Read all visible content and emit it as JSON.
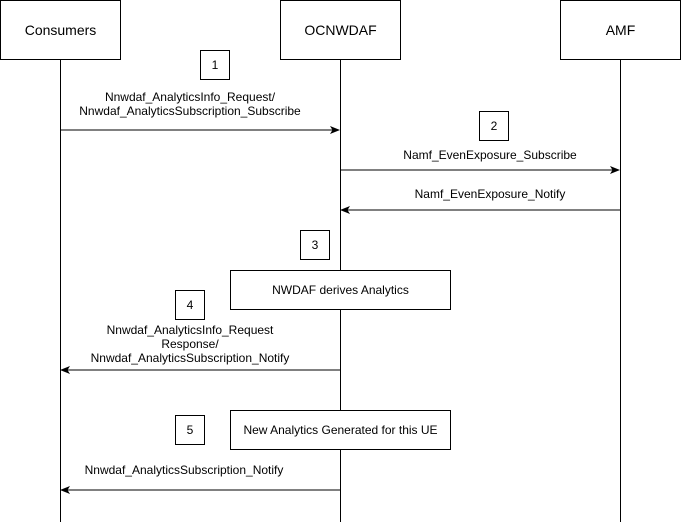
{
  "participants": [
    {
      "id": "consumers",
      "label": "Consumers"
    },
    {
      "id": "ocnwdaf",
      "label": "OCNWDAF"
    },
    {
      "id": "amf",
      "label": "AMF"
    }
  ],
  "steps": [
    "1",
    "2",
    "3",
    "4",
    "5"
  ],
  "messages": [
    {
      "id": "m1",
      "from": "consumers",
      "to": "ocnwdaf",
      "lines": [
        "Nnwdaf_AnalyticsInfo_Request/",
        "Nnwdaf_AnalyticsSubscription_Subscribe"
      ]
    },
    {
      "id": "m2",
      "from": "ocnwdaf",
      "to": "amf",
      "lines": [
        "Namf_EvenExposure_Subscribe"
      ]
    },
    {
      "id": "m3",
      "from": "amf",
      "to": "ocnwdaf",
      "lines": [
        "Namf_EvenExposure_Notify"
      ]
    },
    {
      "id": "m4",
      "from": "ocnwdaf",
      "to": "consumers",
      "lines": [
        "Nnwdaf_AnalyticsInfo_Request",
        "Response/",
        "Nnwdaf_AnalyticsSubscription_Notify"
      ]
    },
    {
      "id": "m5",
      "from": "ocnwdaf",
      "to": "consumers",
      "lines": [
        "Nnwdaf_AnalyticsSubscription_Notify"
      ]
    }
  ],
  "notes": {
    "derive": "NWDAF derives Analytics",
    "generated": "New Analytics Generated for this UE"
  }
}
